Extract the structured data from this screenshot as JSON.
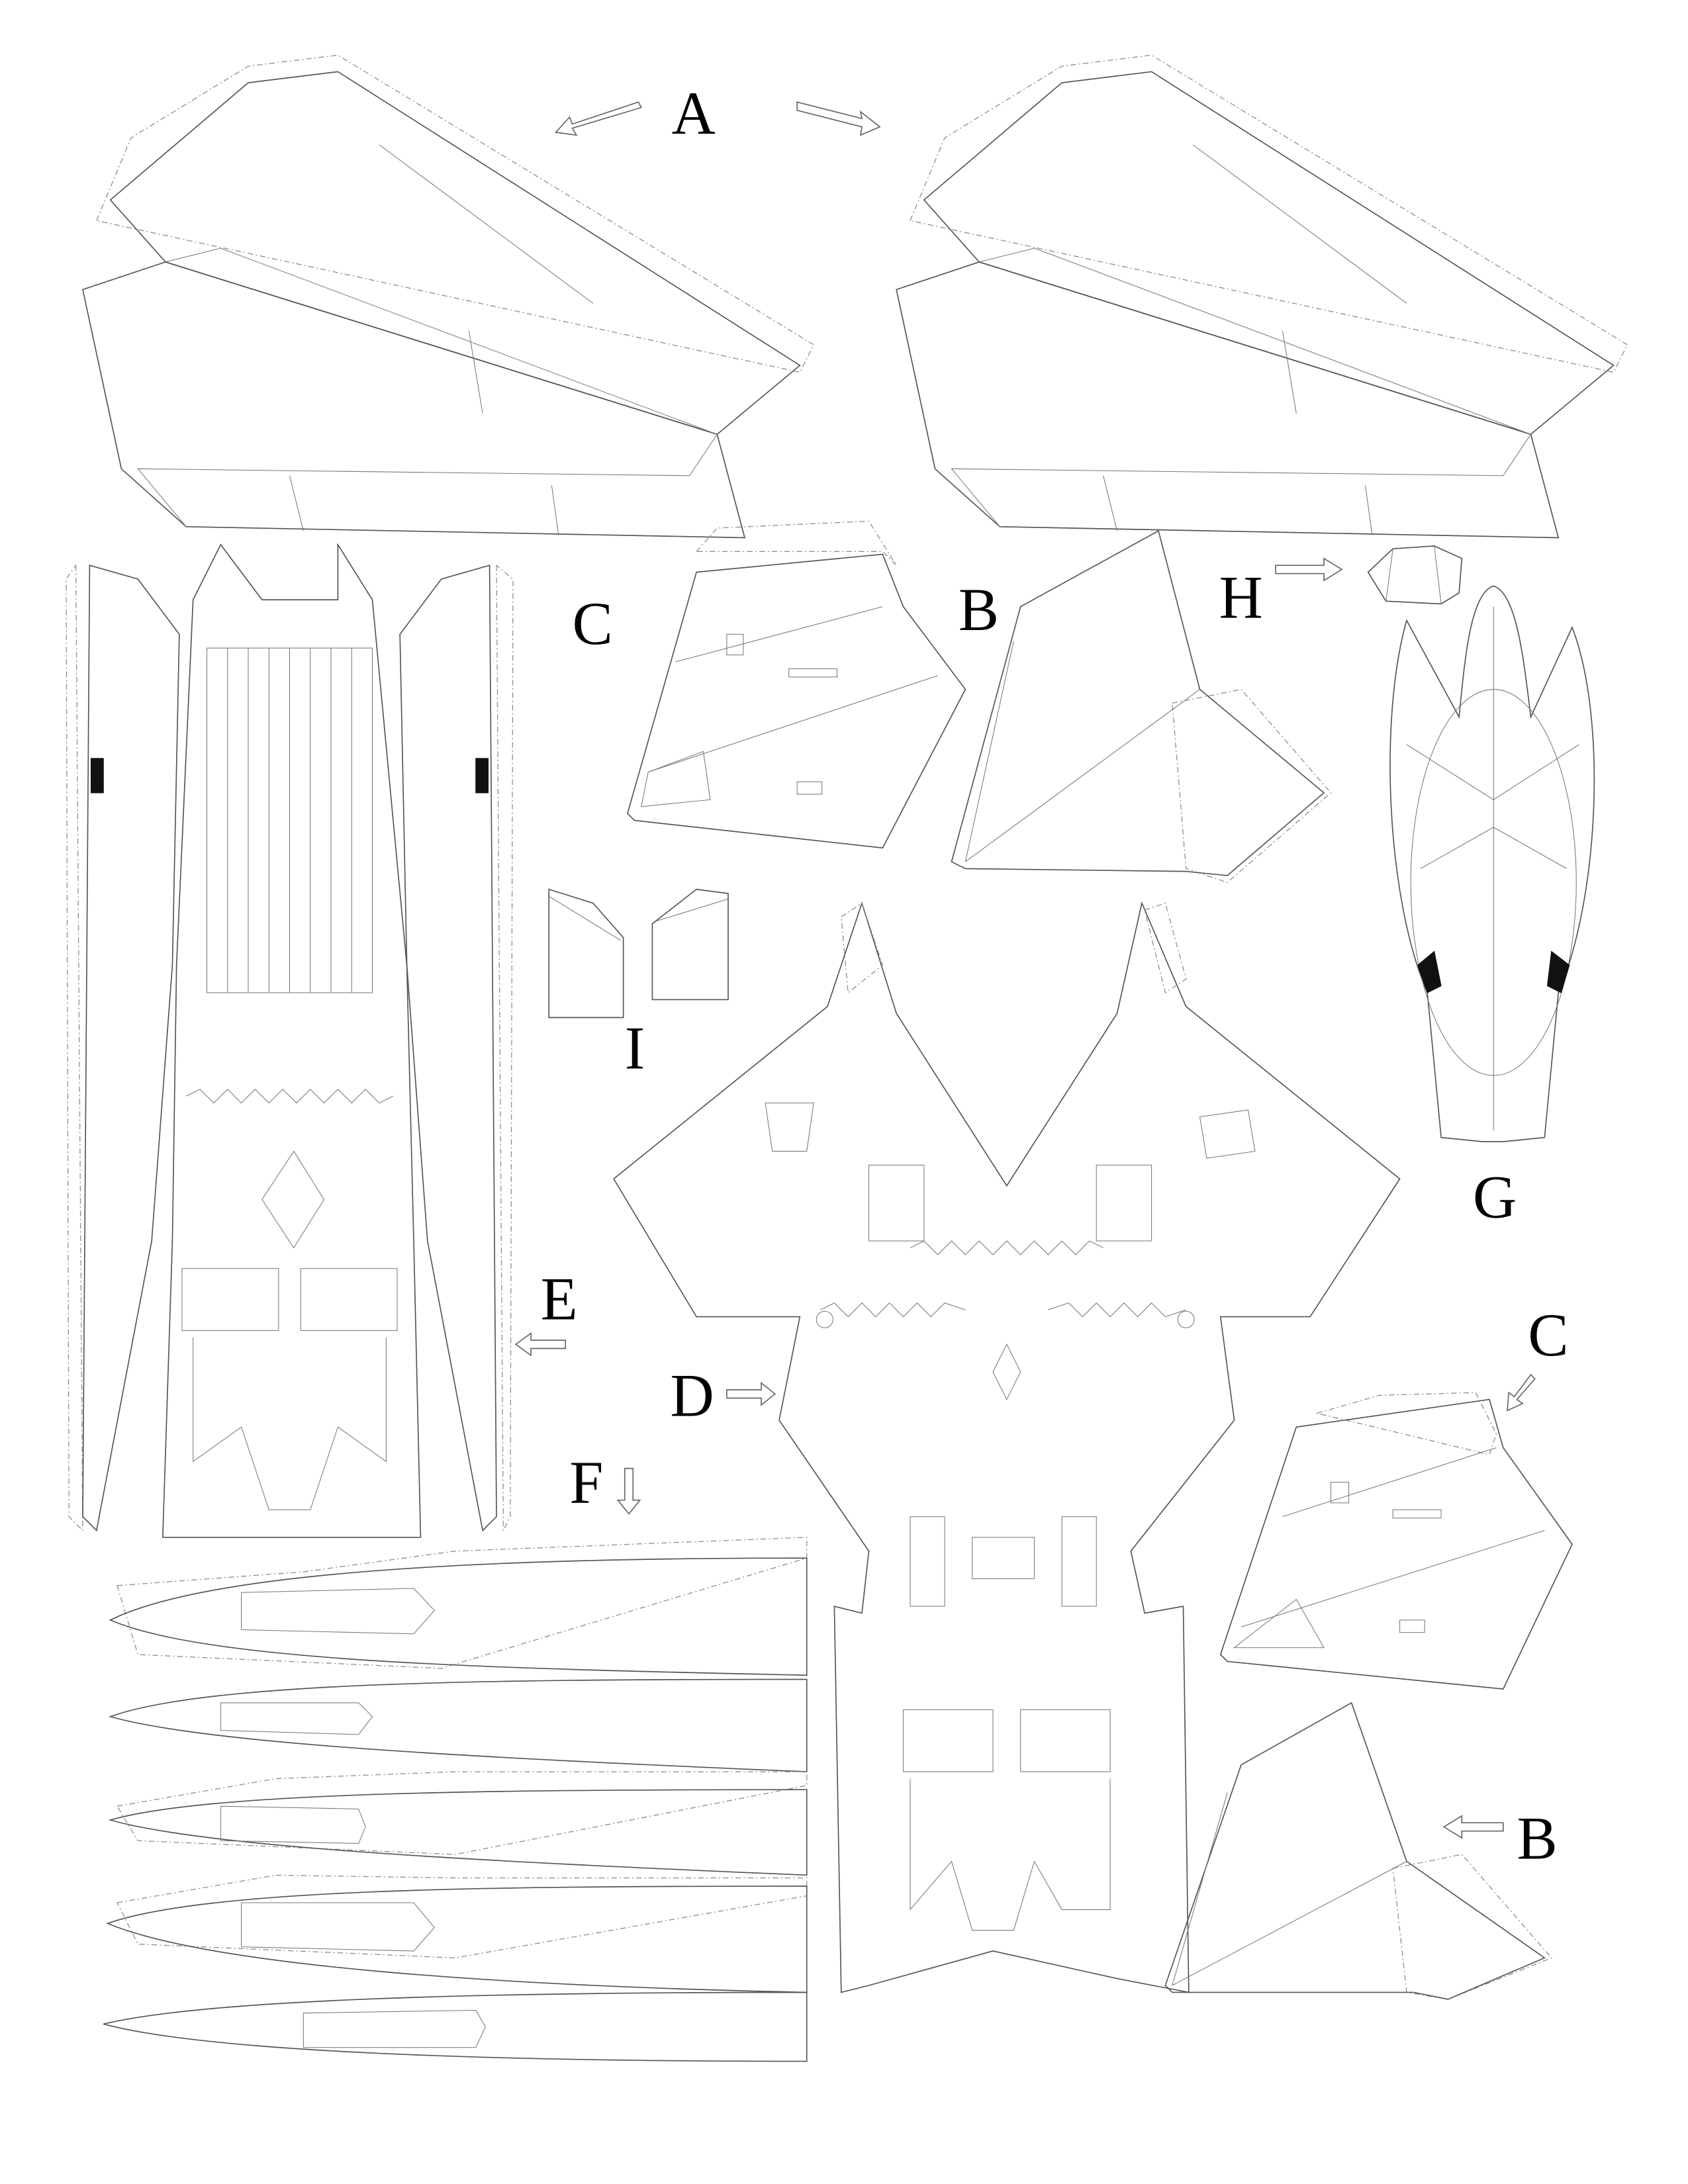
{
  "sheet": {
    "background_color": "#ffffff",
    "line_color": "#555555"
  },
  "labels": {
    "a": "A",
    "b_top": "B",
    "c_top": "C",
    "h": "H",
    "i": "I",
    "g": "G",
    "e": "E",
    "d": "D",
    "f": "F",
    "c_bottom": "C",
    "b_bottom": "B"
  }
}
